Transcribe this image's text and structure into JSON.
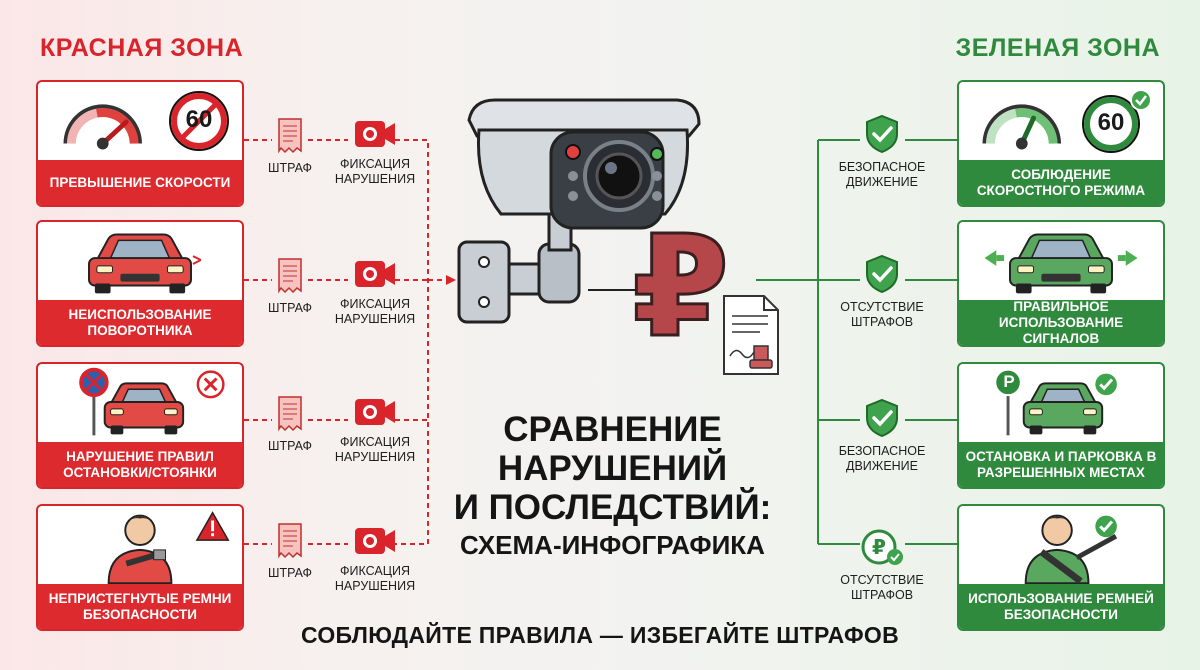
{
  "zones": {
    "red_title": "КРАСНАЯ ЗОНА",
    "green_title": "ЗЕЛЕНАЯ ЗОНА"
  },
  "red_cards": [
    {
      "caption": "ПРЕВЫШЕНИЕ СКОРОСТИ",
      "sign_value": "60"
    },
    {
      "caption": "НЕИСПОЛЬЗОВАНИЕ ПОВОРОТНИКА"
    },
    {
      "caption": "НАРУШЕНИЕ ПРАВИЛ ОСТАНОВКИ/СТОЯНКИ"
    },
    {
      "caption": "НЕПРИСТЕГНУТЫЕ РЕМНИ БЕЗОПАСНОСТИ"
    }
  ],
  "red_labels": {
    "fine": "ШТРАФ",
    "fixation": "ФИКСАЦИЯ НАРУШЕНИЯ"
  },
  "green_cards": [
    {
      "caption": "СОБЛЮДЕНИЕ СКОРОСТНОГО РЕЖИМА",
      "sign_value": "60"
    },
    {
      "caption": "ПРАВИЛЬНОЕ ИСПОЛЬЗОВАНИЕ СИГНАЛОВ"
    },
    {
      "caption": "ОСТАНОВКА И ПАРКОВКА В РАЗРЕШЕННЫХ МЕСТАХ",
      "sign_letter": "P"
    },
    {
      "caption": "ИСПОЛЬЗОВАНИЕ РЕМНЕЙ БЕЗОПАСНОСТИ"
    }
  ],
  "green_labels": [
    "БЕЗОПАСНОЕ ДВИЖЕНИЕ",
    "ОТСУТСТВИЕ ШТРАФОВ",
    "БЕЗОПАСНОЕ ДВИЖЕНИЕ",
    "ОТСУТСТВИЕ ШТРАФОВ"
  ],
  "center": {
    "ruble_symbol": "₽"
  },
  "title": {
    "line1": "СРАВНЕНИЕ",
    "line2": "НАРУШЕНИЙ",
    "line3": "И ПОСЛЕДСТВИЙ:",
    "line4": "СХЕМА-ИНФОГРАФИКА"
  },
  "slogan": "СОБЛЮДАЙТЕ ПРАВИЛА — ИЗБЕГАЙТЕ ШТРАФОВ",
  "colors": {
    "red": "#d8242a",
    "green": "#2f8a3e",
    "camera": "#c9ced4",
    "ruble": "#b5474a"
  }
}
